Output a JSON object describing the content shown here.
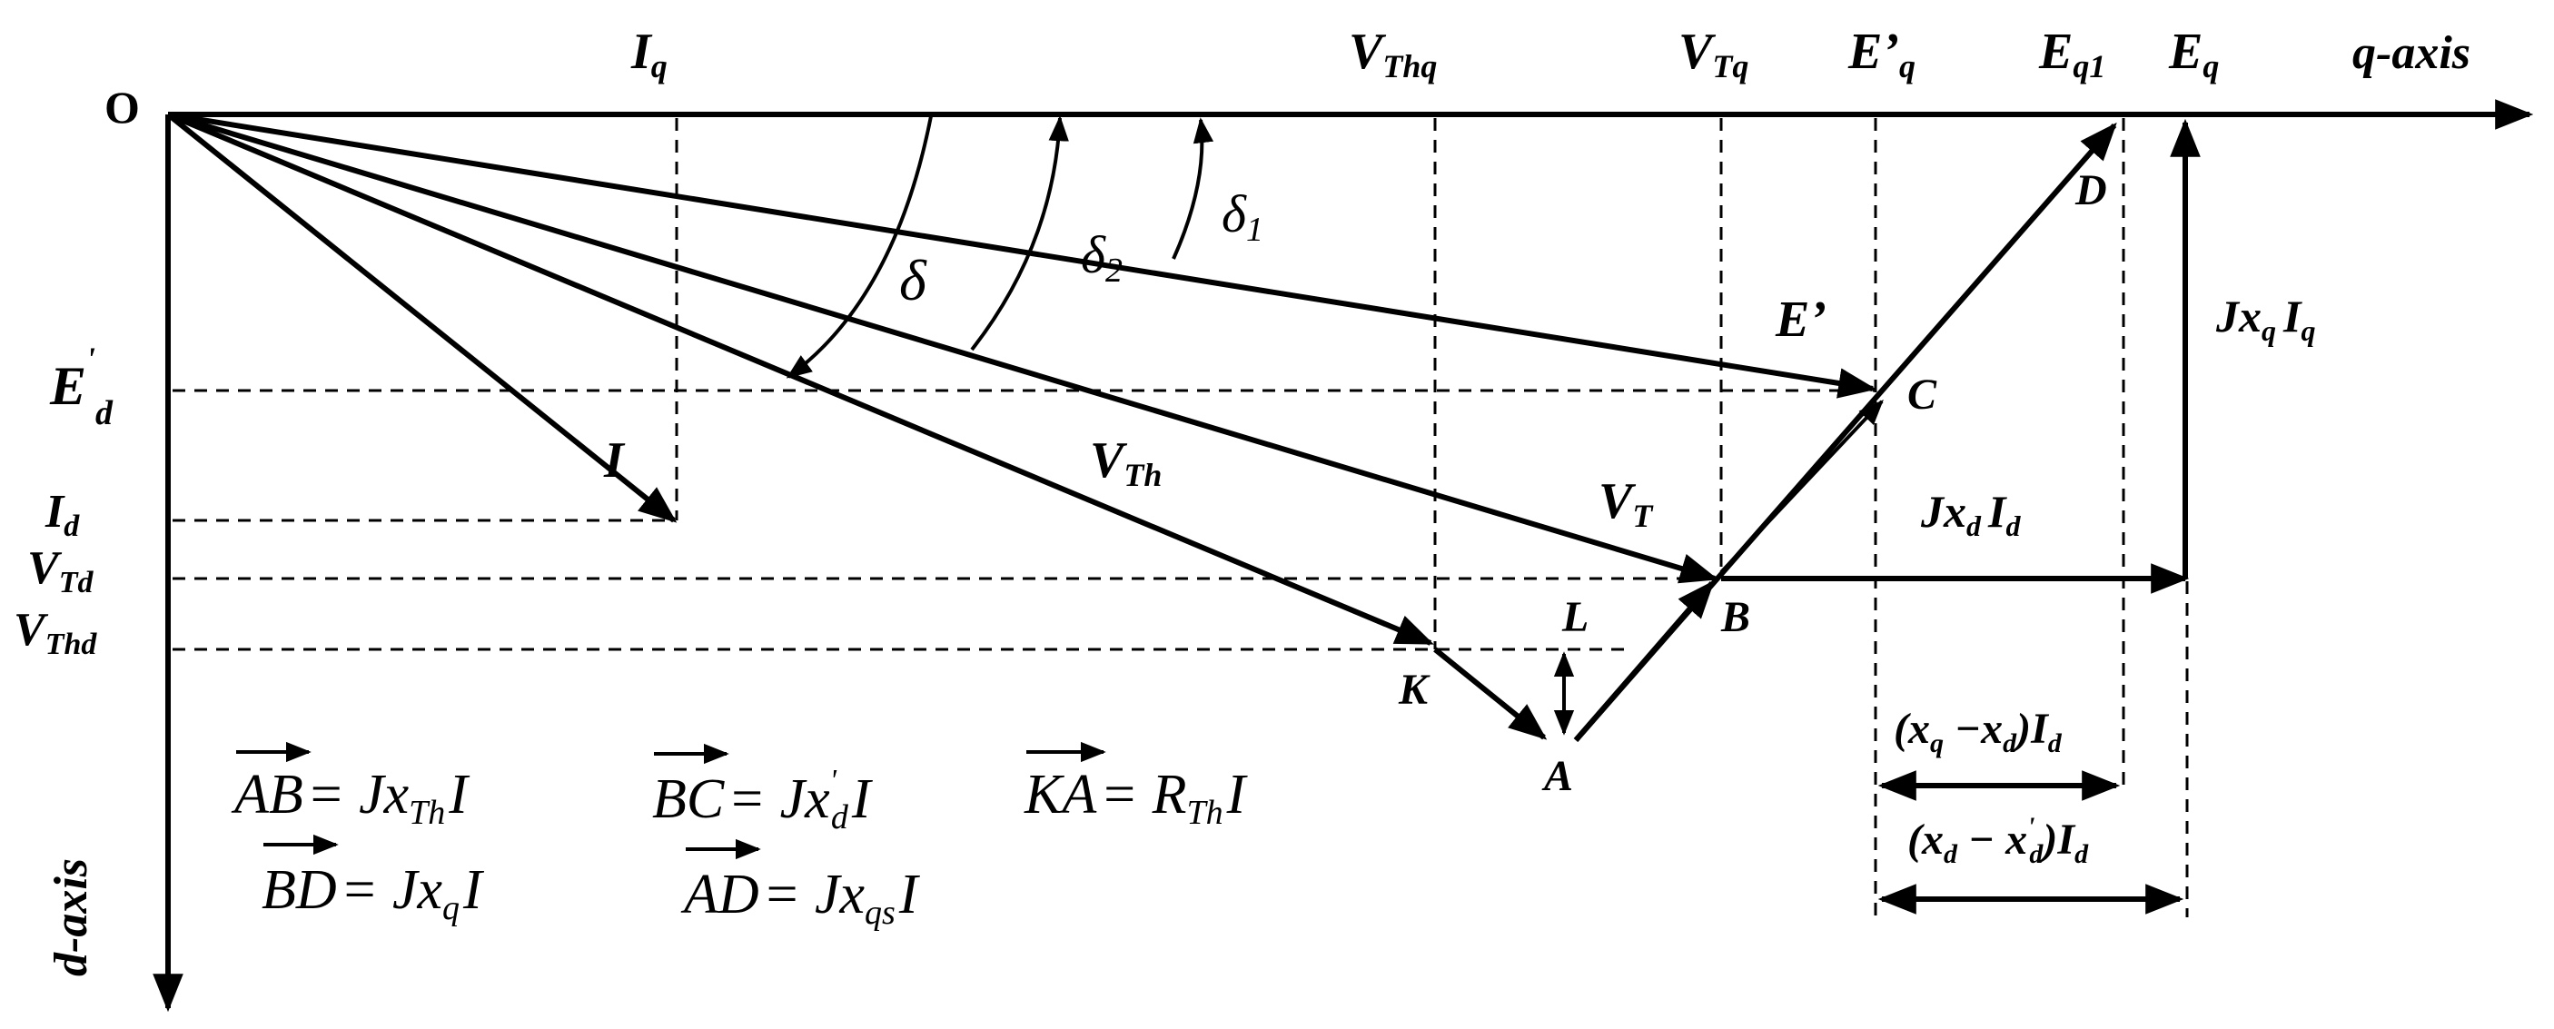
{
  "axes": {
    "origin": "O",
    "q_axis": "q-axis",
    "d_axis": "d-axis"
  },
  "q_labels": {
    "Iq": "I",
    "Iq_sub": "q",
    "VThq": "V",
    "VThq_sub": "Thq",
    "VTq": "V",
    "VTq_sub": "Tq",
    "Eq_prime": "E’",
    "Eq_prime_sub": "q",
    "Eq1": "E",
    "Eq1_sub": "q1",
    "Eq": "E",
    "Eq_sub": "q"
  },
  "d_labels": {
    "Ed_prime": "E",
    "Ed_prime_sup": "'",
    "Ed_prime_sub": "d",
    "Id": "I",
    "Id_sub": "d",
    "VTd": "V",
    "VTd_sub": "Td",
    "VThd": "V",
    "VThd_sub": "Thd"
  },
  "vector_labels": {
    "I": "I",
    "VTh": "V",
    "VTh_sub": "Th",
    "VT": "V",
    "VT_sub": "T",
    "E_prime": "E’"
  },
  "angles": {
    "delta": "δ",
    "delta2": "δ",
    "delta2_sub": "2",
    "delta1": "δ",
    "delta1_sub": "1"
  },
  "points": {
    "A": "A",
    "B": "B",
    "C": "C",
    "D": "D",
    "K": "K",
    "L": "L"
  },
  "drops": {
    "jxqIq": "Jx",
    "jxqIq_sub1": "q",
    "jxqIq_mid": "I",
    "jxqIq_sub2": "q",
    "jxdId": "Jx",
    "jxdId_sub1": "d",
    "jxdId_mid": "I",
    "jxdId_sub2": "d",
    "xq_minus_xd": "(x",
    "xq_minus_xd_s1": "q",
    "xq_minus_xd_mid": " −x",
    "xq_minus_xd_s2": "d",
    "xq_minus_xd_end": ")I",
    "xq_minus_xd_s3": "d",
    "xd_minus_xdp": "(x",
    "xd_minus_xdp_s1": "d",
    "xd_minus_xdp_mid": " − x",
    "xd_minus_xdp_sup": "'",
    "xd_minus_xdp_s2": "d",
    "xd_minus_xdp_end": ")I",
    "xd_minus_xdp_s3": "d"
  },
  "equations": {
    "AB_lhs": "AB",
    "AB_rhs": "= Jx",
    "AB_sub": "Th",
    "AB_end": "I",
    "BD_lhs": "BD",
    "BD_rhs": "= Jx",
    "BD_sub": "q",
    "BD_end": "I",
    "BC_lhs": "BC",
    "BC_rhs": "= Jx",
    "BC_sup": "'",
    "BC_sub": "d",
    "BC_end": "I",
    "AD_lhs": "AD",
    "AD_rhs": "= Jx",
    "AD_sub": "qs",
    "AD_end": "I",
    "KA_lhs": "KA",
    "KA_rhs": "= R",
    "KA_sub": "Th",
    "KA_end": "I"
  }
}
